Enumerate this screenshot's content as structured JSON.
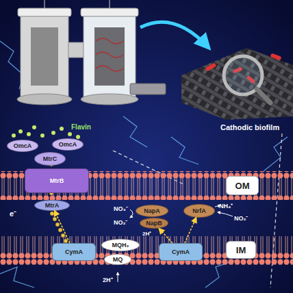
{
  "diagram": {
    "nodes": [
      {
        "text": [
          "OmcA"
        ]
      },
      {
        "text": [
          "OmcA"
        ]
      },
      {
        "text": [
          "MtrC"
        ]
      },
      {
        "text": [
          "MtrB"
        ]
      },
      {
        "text": [
          "OM"
        ]
      },
      {
        "text": [
          "MtrA"
        ]
      },
      {
        "text": [
          "NapA"
        ]
      },
      {
        "text": [
          "NrfA"
        ]
      },
      {
        "text": [
          "NapB"
        ]
      },
      {
        "text": [
          "IM"
        ]
      },
      {
        "text": [
          "CymA"
        ]
      },
      {
        "text": [
          "MQH₂"
        ]
      },
      {
        "text": [
          "CymA"
        ]
      },
      {
        "text": [
          "MQ"
        ]
      }
    ],
    "edges": [
      {
        "from": 10,
        "to": 5,
        "arrow": "to"
      },
      {
        "from": 12,
        "to": 8,
        "arrow": "to"
      },
      {
        "from": 12,
        "to": 7,
        "arrow": "to"
      }
    ],
    "labels": [
      "Flavin",
      "e⁻",
      "NO₃⁻",
      "NO₂⁻",
      "2H⁺",
      "NH₄⁺",
      "NO₂⁻",
      "2H⁺",
      "Cathodic biofilm"
    ]
  }
}
